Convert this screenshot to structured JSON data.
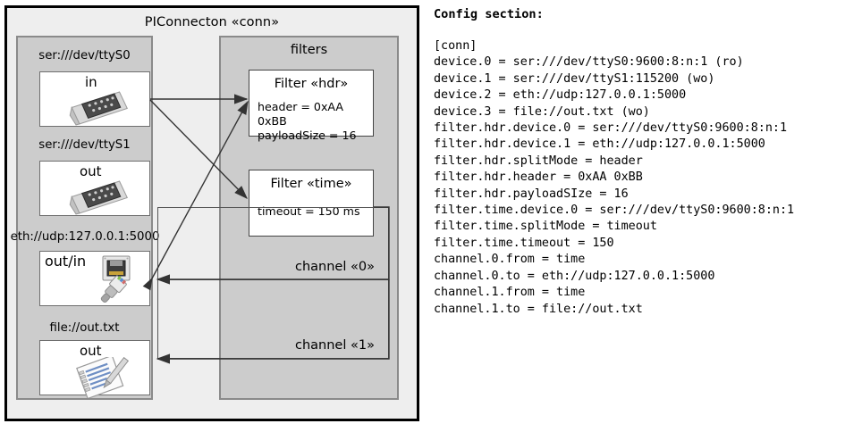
{
  "diagram": {
    "outer": {
      "title": "PIConnecton «conn»"
    },
    "devices_panel": {
      "title": "",
      "devices": [
        {
          "label": "ser:///dev/ttyS0",
          "io": "in",
          "icon": "serial-db9-icon"
        },
        {
          "label": "ser:///dev/ttyS1",
          "io": "out",
          "icon": "serial-db9-icon"
        },
        {
          "label": "eth://udp:127.0.0.1:5000",
          "io": "out/in",
          "icon": "ethernet-rj45-icon"
        },
        {
          "label": "file://out.txt",
          "io": "out",
          "icon": "text-file-icon"
        }
      ]
    },
    "filters_panel": {
      "title": "filters",
      "filters": [
        {
          "title": "Filter «hdr»",
          "attrs": [
            "header = 0xAA 0xBB",
            "payloadSize = 16"
          ]
        },
        {
          "title": "Filter «time»",
          "attrs": [
            "timeout = 150 ms"
          ]
        }
      ],
      "channels": [
        {
          "label": "channel «0»"
        },
        {
          "label": "channel «1»"
        }
      ]
    },
    "colors": {
      "outer_fill": "#eeeeee",
      "panel_fill": "#cccccc",
      "box_fill": "#ffffff",
      "border": "#000000",
      "edge": "#333333"
    }
  },
  "config": {
    "heading": "Config section:",
    "lines": [
      "[conn]",
      "device.0 = ser:///dev/ttyS0:9600:8:n:1 (ro)",
      "device.1 = ser:///dev/ttyS1:115200 (wo)",
      "device.2 = eth://udp:127.0.0.1:5000",
      "device.3 = file://out.txt (wo)",
      "filter.hdr.device.0 = ser:///dev/ttyS0:9600:8:n:1",
      "filter.hdr.device.1 = eth://udp:127.0.0.1:5000",
      "filter.hdr.splitMode = header",
      "filter.hdr.header = 0xAA 0xBB",
      "filter.hdr.payloadSIze = 16",
      "filter.time.device.0 = ser:///dev/ttyS0:9600:8:n:1",
      "filter.time.splitMode = timeout",
      "filter.time.timeout = 150",
      "channel.0.from = time",
      "channel.0.to = eth://udp:127.0.0.1:5000",
      "channel.1.from = time",
      "channel.1.to = file://out.txt"
    ]
  }
}
